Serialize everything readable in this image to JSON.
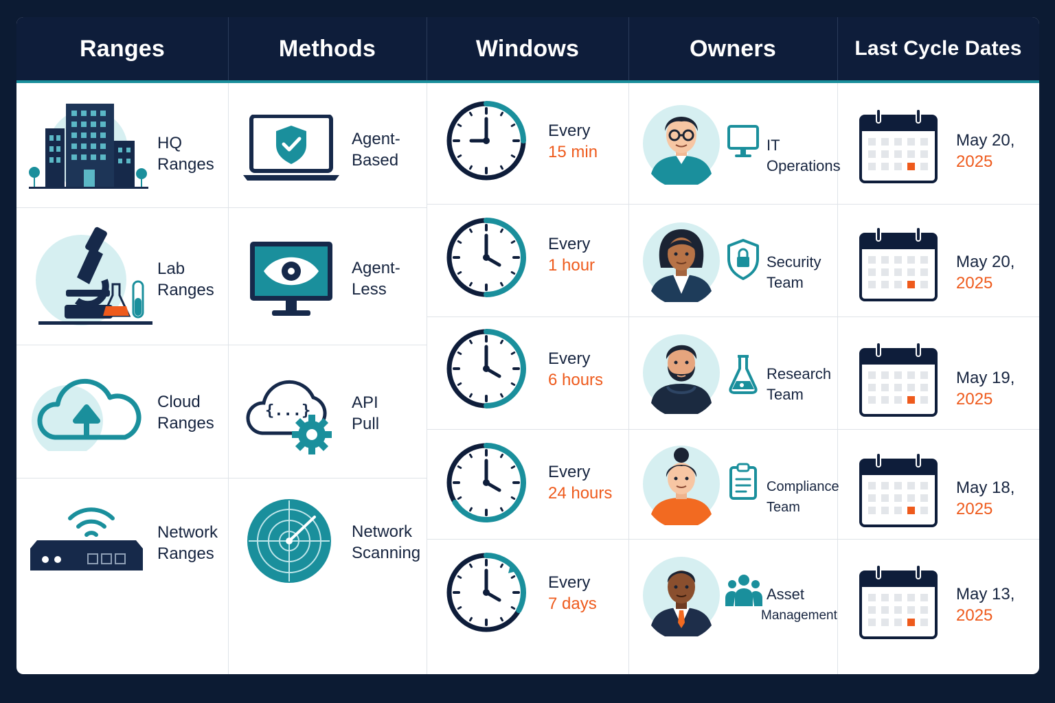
{
  "headers": {
    "ranges": "Ranges",
    "methods": "Methods",
    "windows": "Windows",
    "owners": "Owners",
    "dates": "Last Cycle Dates"
  },
  "ranges": [
    {
      "line1": "HQ",
      "line2": "Ranges",
      "icon": "office-building-icon"
    },
    {
      "line1": "Lab",
      "line2": "Ranges",
      "icon": "microscope-icon"
    },
    {
      "line1": "Cloud",
      "line2": "Ranges",
      "icon": "cloud-upload-icon"
    },
    {
      "line1": "Network",
      "line2": "Ranges",
      "icon": "router-icon"
    }
  ],
  "methods": [
    {
      "line1": "Agent-",
      "line2": "Based",
      "icon": "laptop-shield-icon"
    },
    {
      "line1": "Agent-",
      "line2": "Less",
      "icon": "monitor-eye-icon"
    },
    {
      "line1": "API",
      "line2": "Pull",
      "icon": "cloud-code-gear-icon"
    },
    {
      "line1": "Network",
      "line2": "Scanning",
      "icon": "radar-icon"
    }
  ],
  "windows": [
    {
      "line1": "Every",
      "line2": "15 min",
      "progress": 0.25,
      "icon": "clock-icon"
    },
    {
      "line1": "Every",
      "line2": "1 hour",
      "progress": 0.5,
      "icon": "clock-icon"
    },
    {
      "line1": "Every",
      "line2": "6 hours",
      "progress": 0.5,
      "icon": "clock-icon"
    },
    {
      "line1": "Every",
      "line2": "24 hours",
      "progress": 0.66,
      "icon": "clock-icon"
    },
    {
      "line1": "Every",
      "line2": "7 days",
      "progress": 0.33,
      "icon": "clock-refresh-icon"
    }
  ],
  "owners": [
    {
      "line1": "IT",
      "line2": "Operations",
      "icon": "monitor-icon",
      "avatar": "man-glasses-avatar"
    },
    {
      "line1": "Security",
      "line2": "Team",
      "icon": "lock-shield-icon",
      "avatar": "woman-avatar"
    },
    {
      "line1": "Research",
      "line2": "Team",
      "icon": "flask-icon",
      "avatar": "bearded-man-avatar"
    },
    {
      "line1": "Compliance",
      "line2": "Team",
      "icon": "clipboard-icon",
      "avatar": "woman-bun-avatar"
    },
    {
      "line1": "Asset",
      "line2": "Management",
      "icon": "people-group-icon",
      "avatar": "man-suit-avatar"
    }
  ],
  "dates": [
    {
      "line1": "May 20,",
      "line2": "2025",
      "icon": "calendar-icon"
    },
    {
      "line1": "May 20,",
      "line2": "2025",
      "icon": "calendar-icon"
    },
    {
      "line1": "May 19,",
      "line2": "2025",
      "icon": "calendar-icon"
    },
    {
      "line1": "May 18,",
      "line2": "2025",
      "icon": "calendar-icon"
    },
    {
      "line1": "May 13,",
      "line2": "2025",
      "icon": "calendar-icon"
    }
  ],
  "colors": {
    "navy": "#0e1d3a",
    "teal": "#1a8f9c",
    "accent": "#ee5a1c",
    "text": "#16243f",
    "light-teal": "#d6eff1"
  }
}
